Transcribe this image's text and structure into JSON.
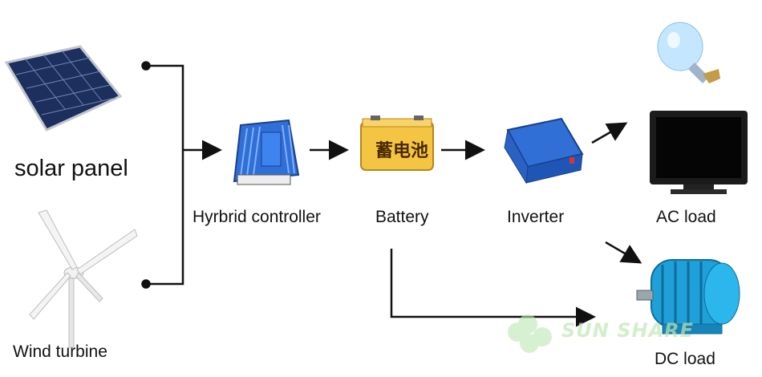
{
  "labels": {
    "solar_panel": "solar panel",
    "wind_turbine": "Wind turbine",
    "controller": "Hyrbrid controller",
    "battery": "Battery",
    "inverter": "Inverter",
    "ac_load": "AC load",
    "dc_load": "DC load"
  },
  "battery_face_text": "蓄电池",
  "watermark": "SUN SHARE",
  "colors": {
    "line": "#111111",
    "device_blue": "#2f6fd6",
    "battery_yellow": "#f4c542",
    "watermark_green": "#bfe7b5"
  }
}
